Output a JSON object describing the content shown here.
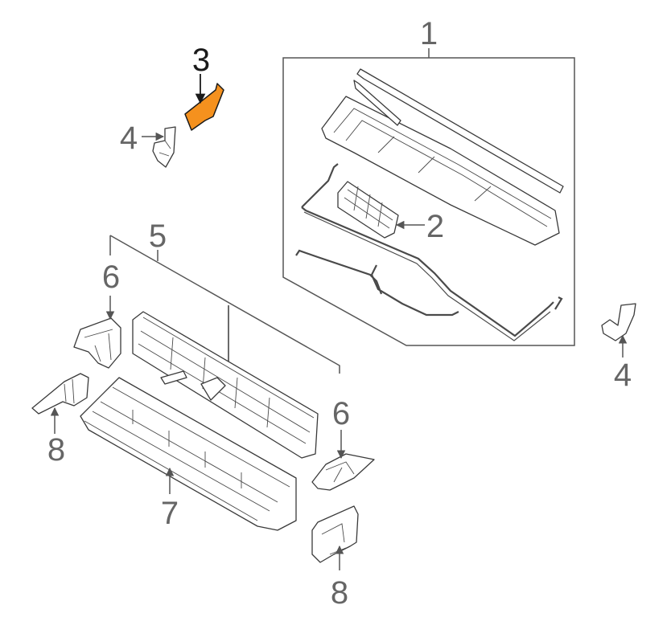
{
  "colors": {
    "highlight_fill": "#f5911e",
    "highlight_stroke": "#1a1a1a",
    "line": "#555555",
    "callout_text": "#666666",
    "callout_highlight_text": "#1a1a1a",
    "background": "#ffffff"
  },
  "highlighted_callout": "3",
  "callouts": {
    "c1": "1",
    "c2": "2",
    "c3": "3",
    "c4_left": "4",
    "c4_right": "4",
    "c5": "5",
    "c6_left": "6",
    "c6_right": "6",
    "c7": "7",
    "c8_left": "8",
    "c8_right": "8"
  }
}
